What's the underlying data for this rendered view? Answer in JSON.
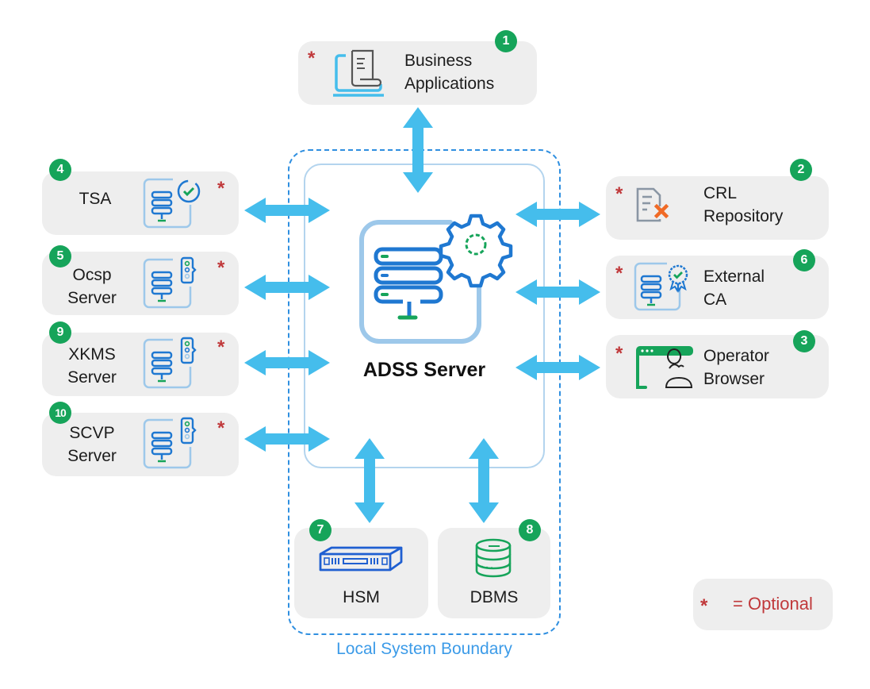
{
  "diagram": {
    "central": {
      "title": "ADSS Server",
      "icon": "server-gear-icon"
    },
    "boundary_label": "Local System Boundary",
    "optional_marker": "*",
    "legend": {
      "symbol": "*",
      "text": "= Optional"
    },
    "nodes": [
      {
        "id": "business-applications",
        "number": "1",
        "lines": [
          "Business",
          "Applications"
        ],
        "optional": true,
        "icon": "laptop-document-icon",
        "side": "top"
      },
      {
        "id": "crl-repository",
        "number": "2",
        "lines": [
          "CRL",
          "Repository"
        ],
        "optional": true,
        "icon": "document-x-icon",
        "side": "right"
      },
      {
        "id": "operator-browser",
        "number": "3",
        "lines": [
          "Operator",
          "Browser"
        ],
        "optional": true,
        "icon": "browser-user-icon",
        "side": "right"
      },
      {
        "id": "tsa",
        "number": "4",
        "lines": [
          "TSA"
        ],
        "optional": true,
        "icon": "server-clock-icon",
        "side": "left"
      },
      {
        "id": "ocsp-server",
        "number": "5",
        "lines": [
          "Ocsp",
          "Server"
        ],
        "optional": true,
        "icon": "server-certificate-list-icon",
        "side": "left"
      },
      {
        "id": "external-ca",
        "number": "6",
        "lines": [
          "External",
          "CA"
        ],
        "optional": true,
        "icon": "server-badge-icon",
        "side": "right"
      },
      {
        "id": "hsm",
        "number": "7",
        "lines": [
          "HSM"
        ],
        "optional": false,
        "icon": "hsm-appliance-icon",
        "side": "bottom"
      },
      {
        "id": "dbms",
        "number": "8",
        "lines": [
          "DBMS"
        ],
        "optional": false,
        "icon": "database-icon",
        "side": "bottom"
      },
      {
        "id": "xkms-server",
        "number": "9",
        "lines": [
          "XKMS",
          "Server"
        ],
        "optional": true,
        "icon": "server-certificate-list-icon",
        "side": "left"
      },
      {
        "id": "scvp-server",
        "number": "10",
        "lines": [
          "SCVP",
          "Server"
        ],
        "optional": true,
        "icon": "server-certificate-list-icon",
        "side": "left"
      }
    ],
    "connections": [
      {
        "from": "business-applications",
        "to": "ADSS Server",
        "direction": "bidirectional"
      },
      {
        "from": "tsa",
        "to": "ADSS Server",
        "direction": "bidirectional"
      },
      {
        "from": "ocsp-server",
        "to": "ADSS Server",
        "direction": "bidirectional"
      },
      {
        "from": "xkms-server",
        "to": "ADSS Server",
        "direction": "bidirectional"
      },
      {
        "from": "scvp-server",
        "to": "ADSS Server",
        "direction": "bidirectional"
      },
      {
        "from": "crl-repository",
        "to": "ADSS Server",
        "direction": "bidirectional"
      },
      {
        "from": "external-ca",
        "to": "ADSS Server",
        "direction": "bidirectional"
      },
      {
        "from": "operator-browser",
        "to": "ADSS Server",
        "direction": "bidirectional"
      },
      {
        "from": "hsm",
        "to": "ADSS Server",
        "direction": "bidirectional"
      },
      {
        "from": "dbms",
        "to": "ADSS Server",
        "direction": "bidirectional"
      }
    ],
    "colors": {
      "arrow": "#45bdec",
      "boundary": "#2f8fe0",
      "badge": "#16a45a",
      "optional": "#c0393b",
      "box": "#eeeeee"
    }
  }
}
